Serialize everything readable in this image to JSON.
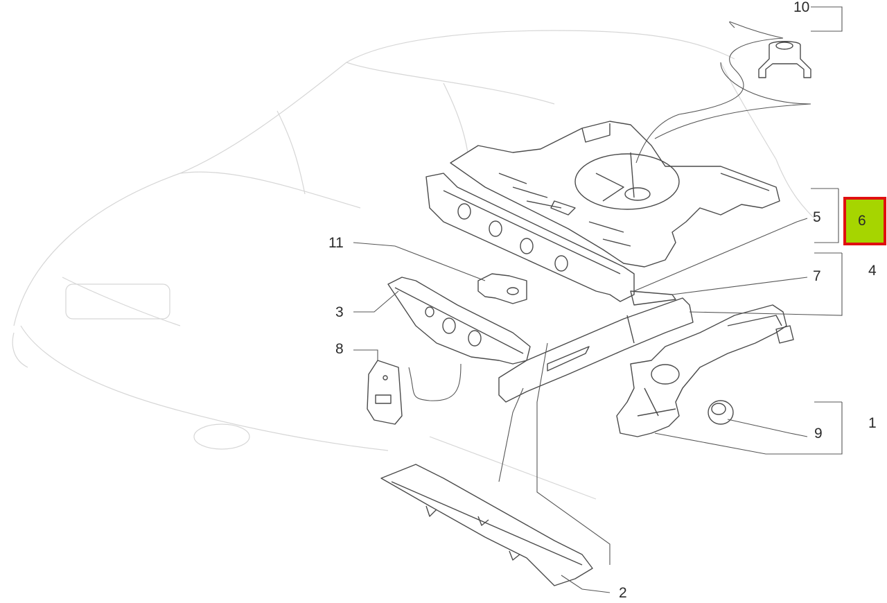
{
  "callouts": [
    {
      "id": "1",
      "label": "1"
    },
    {
      "id": "2",
      "label": "2"
    },
    {
      "id": "3",
      "label": "3"
    },
    {
      "id": "4",
      "label": "4"
    },
    {
      "id": "5",
      "label": "5"
    },
    {
      "id": "6",
      "label": "6",
      "highlighted": true
    },
    {
      "id": "7",
      "label": "7"
    },
    {
      "id": "8",
      "label": "8"
    },
    {
      "id": "9",
      "label": "9"
    },
    {
      "id": "10",
      "label": "10"
    },
    {
      "id": "11",
      "label": "11"
    }
  ],
  "colors": {
    "highlight_fill": "#a6d500",
    "highlight_border": "#e01010",
    "part_stroke": "#4a4a4a",
    "car_outline": "#d6d6d6"
  }
}
